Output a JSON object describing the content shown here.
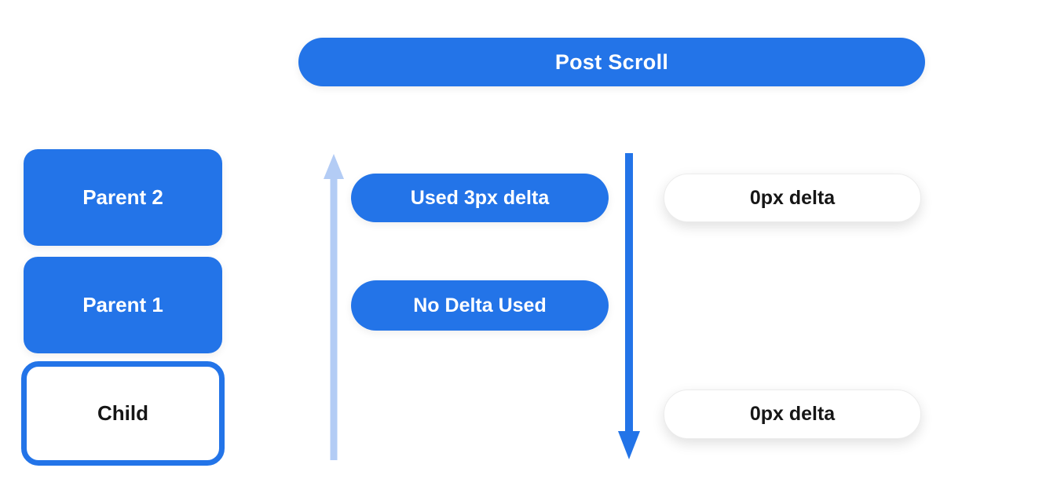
{
  "header": {
    "label": "Post Scroll"
  },
  "left_stack": {
    "parent2_label": "Parent 2",
    "parent1_label": "Parent 1",
    "child_label": "Child"
  },
  "scroll_flow": {
    "used_delta_label": "Used 3px delta",
    "no_delta_label": "No Delta Used",
    "top_delta_label": "0px delta",
    "bottom_delta_label": "0px delta",
    "up_arrow_icon": "light-blue-arrow-up",
    "down_arrow_icon": "blue-arrow-down"
  },
  "colors": {
    "primary_blue": "#2374e8",
    "light_blue": "#b3ccf5",
    "text_on_blue": "#ffffff",
    "text_dark": "#161616",
    "pill_border": "#ececec",
    "background": "#ffffff"
  }
}
